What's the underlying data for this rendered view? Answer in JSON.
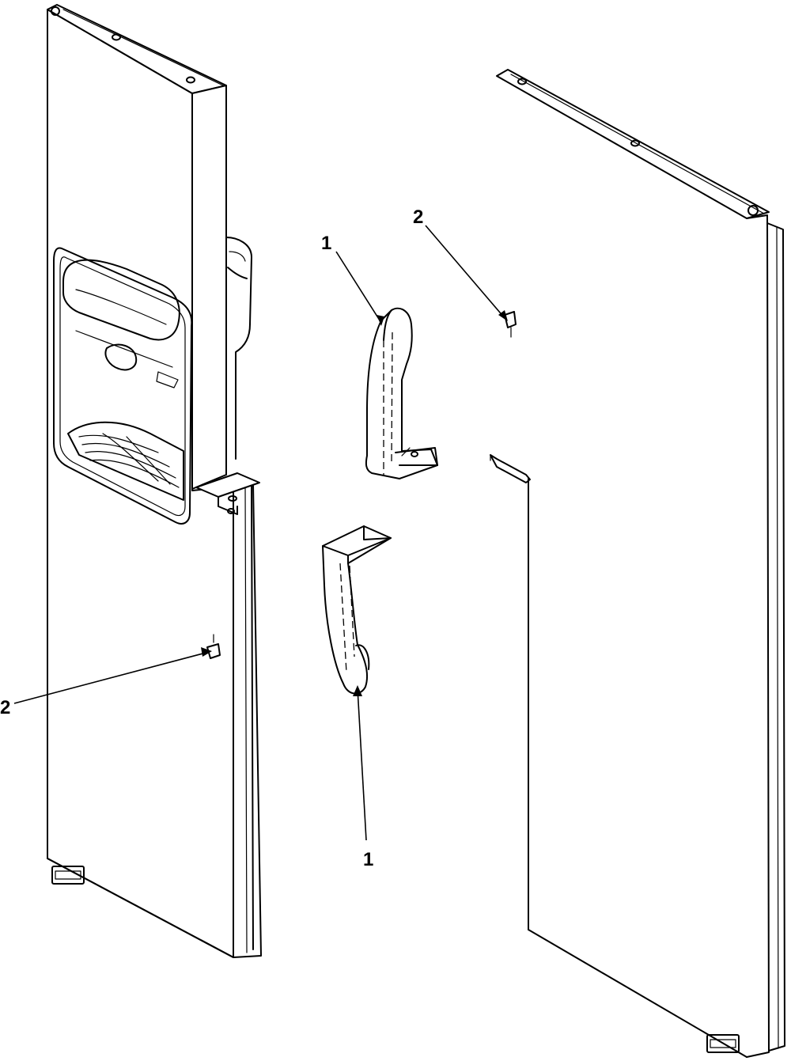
{
  "callouts": {
    "handle_upper": "1",
    "handle_lower": "1",
    "plug_right": "2",
    "plug_left": "2"
  },
  "colors": {
    "line": "#000000",
    "background": "#ffffff"
  }
}
